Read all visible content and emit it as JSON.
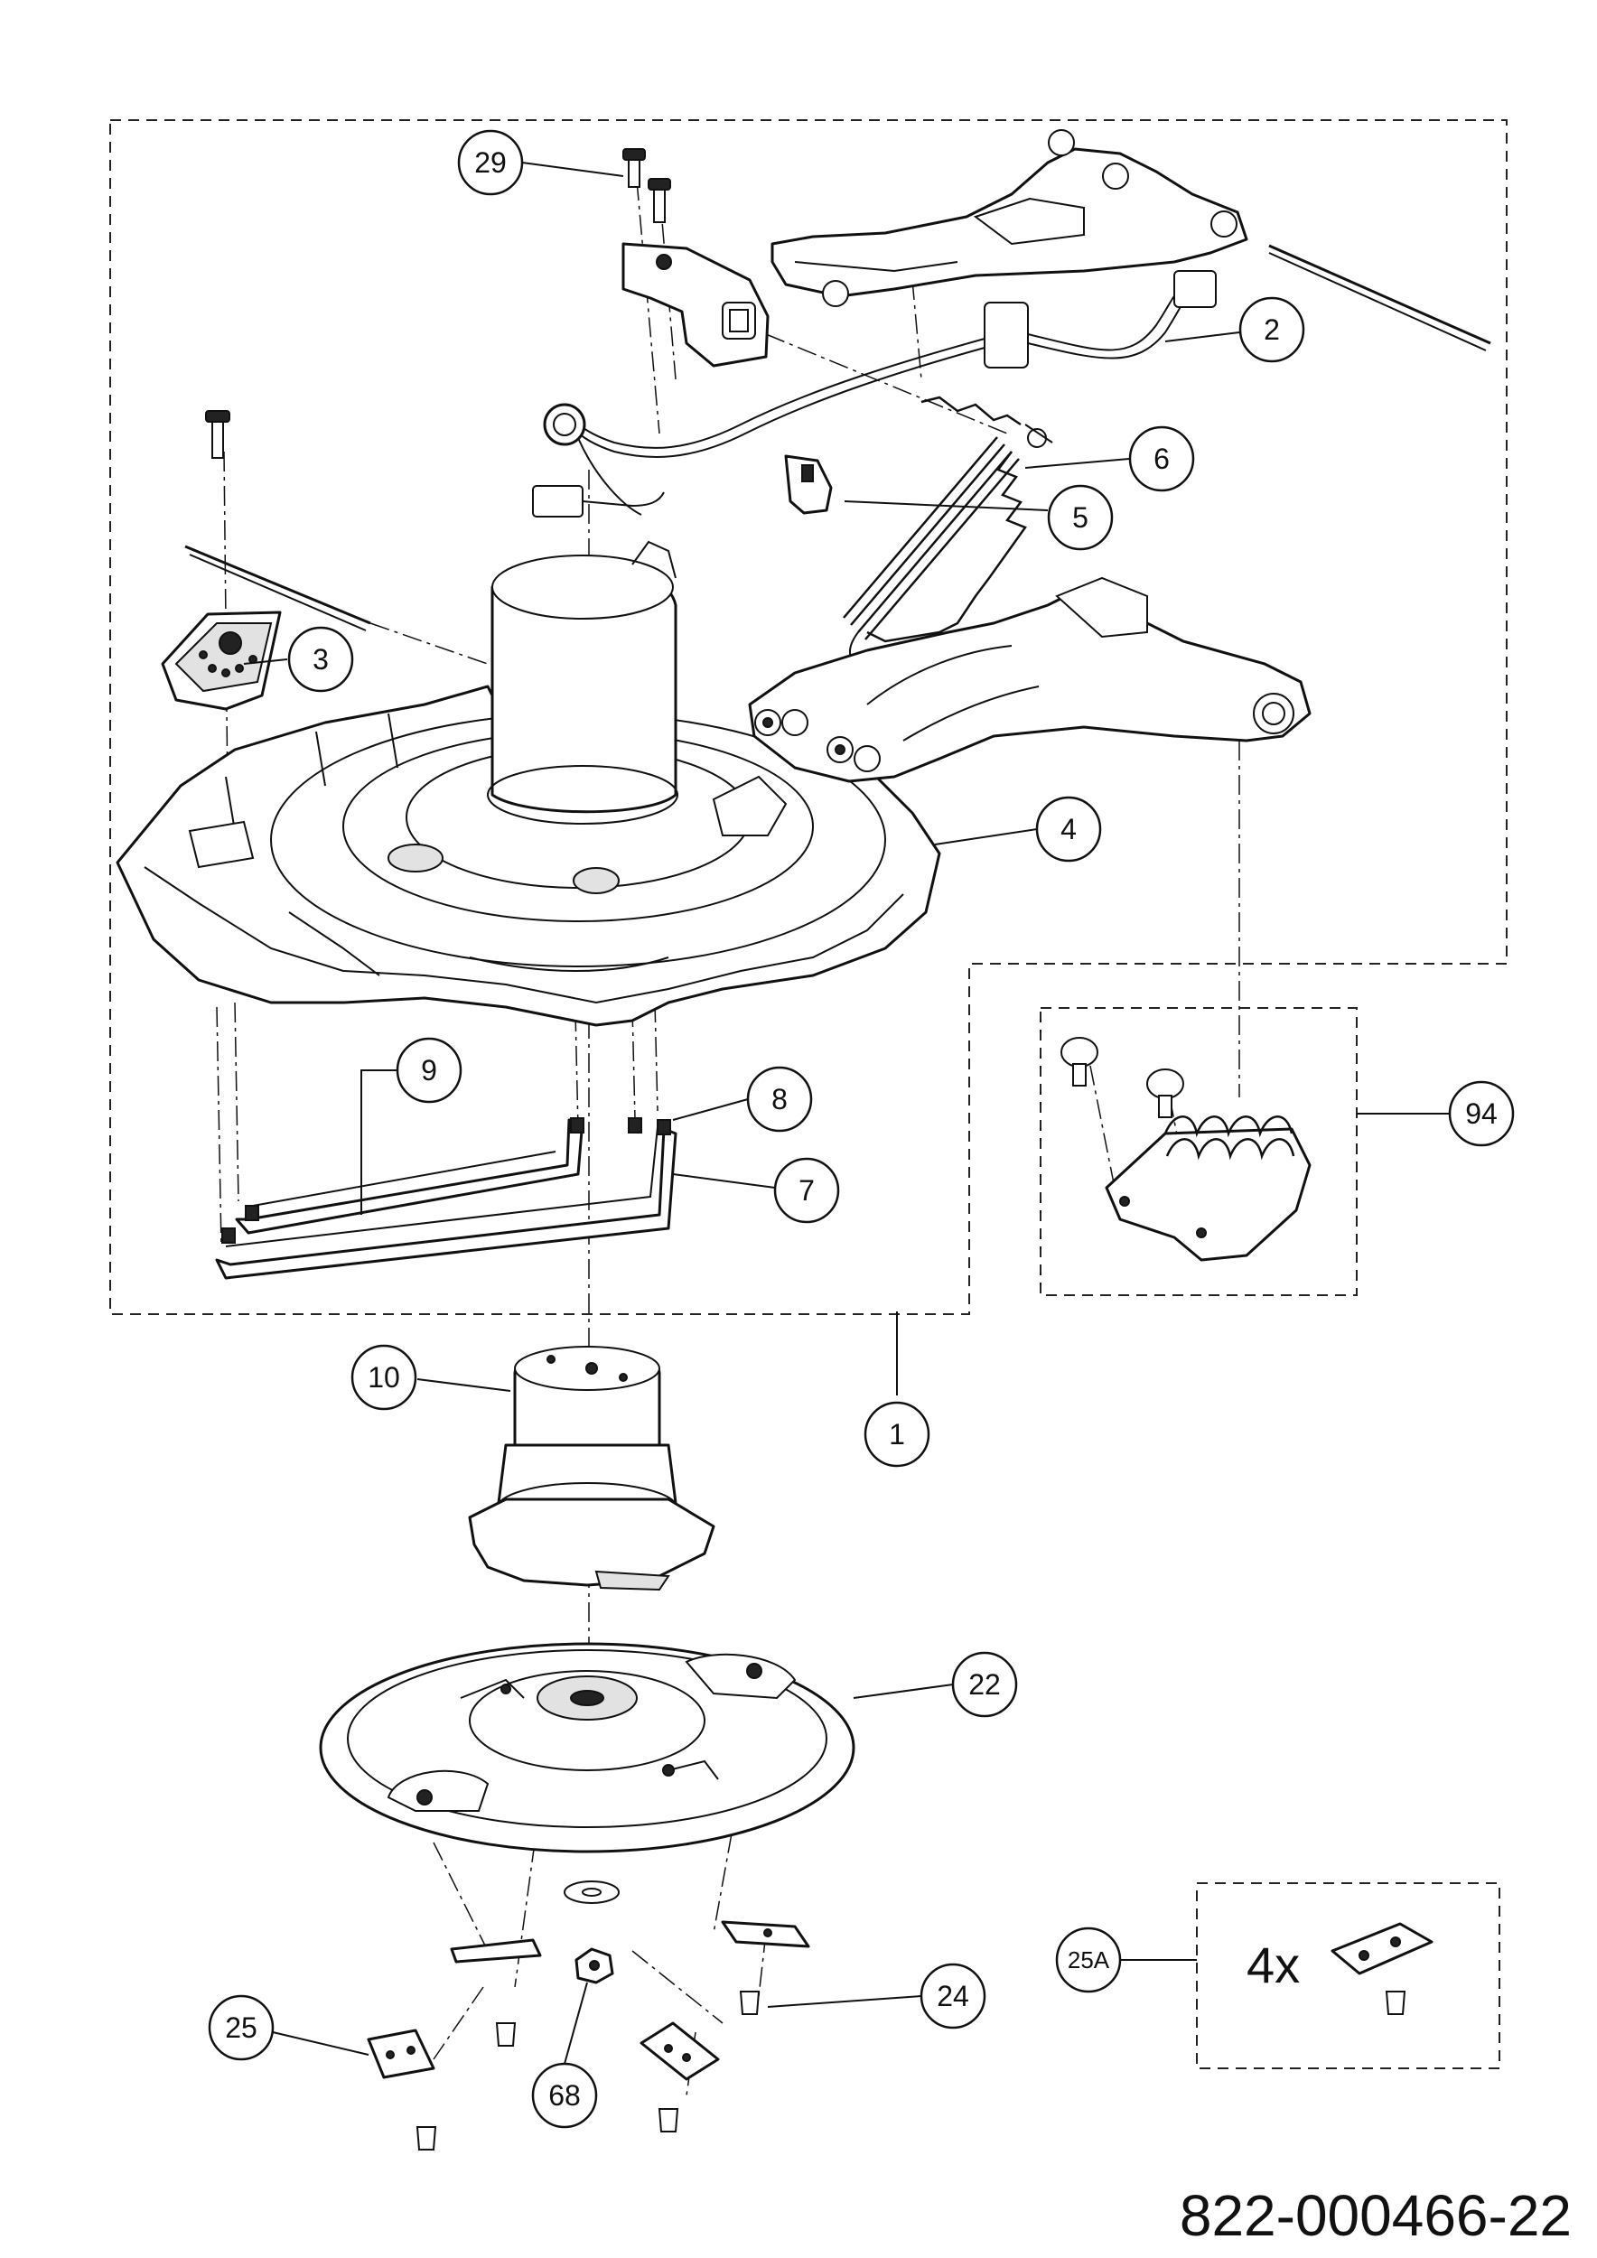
{
  "drawing": {
    "document_number": "822-000466-22",
    "kit_quantity": "4x"
  },
  "callouts": {
    "c1": "1",
    "c2": "2",
    "c3": "3",
    "c4": "4",
    "c5": "5",
    "c6": "6",
    "c7": "7",
    "c8": "8",
    "c9": "9",
    "c10": "10",
    "c22": "22",
    "c24": "24",
    "c25": "25",
    "c25a": "25A",
    "c29": "29",
    "c68": "68",
    "c94": "94"
  },
  "colors": {
    "line": "#111111",
    "background": "#ffffff",
    "shade": "#e2e2e2"
  }
}
